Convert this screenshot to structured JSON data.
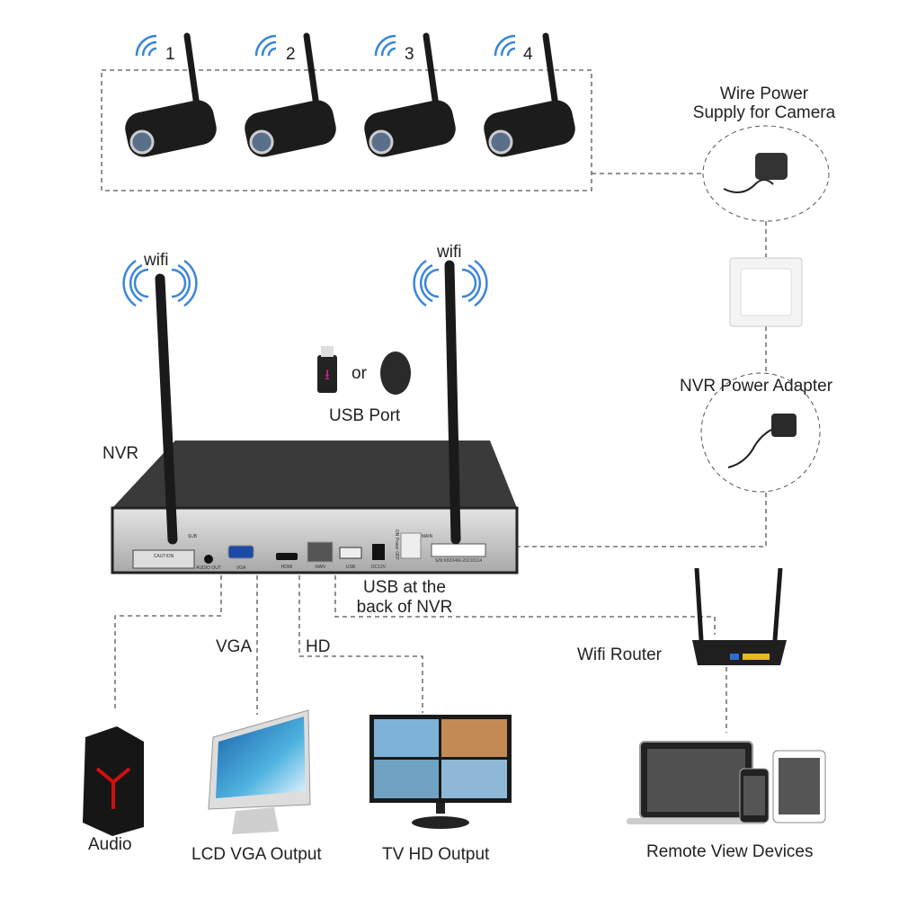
{
  "cameras": [
    {
      "number": "1"
    },
    {
      "number": "2"
    },
    {
      "number": "3"
    },
    {
      "number": "4"
    }
  ],
  "labels": {
    "wire_power": "Wire Power\nSupply for Camera",
    "wire_power_1": "Wire Power",
    "wire_power_2": "Supply for Camera",
    "wifi_left": "wifi",
    "wifi_right": "wifi",
    "or": "or",
    "usb_port": "USB Port",
    "nvr": "NVR",
    "nvr_power": "NVR Power Adapter",
    "usb_back_1": "USB at the",
    "usb_back_2": "back of NVR",
    "wifi_router": "Wifi Router",
    "vga": "VGA",
    "hd": "HD",
    "audio": "Audio",
    "lcd_vga": "LCD VGA Output",
    "tv_hd": "TV HD Output",
    "remote": "Remote View Devices"
  },
  "nvr_panel": {
    "caution": "CAUTION",
    "audio_out": "AUDIO OUT",
    "vga": "VGA",
    "hdmi": "HDMI",
    "wan": "WAN",
    "usb": "USB",
    "dc": "DC12V",
    "sub": "SUB",
    "main": "MAIN",
    "power": "ON Power OFF",
    "serial": "S/N:K8204W-20210114"
  },
  "colors": {
    "wifi_blue": "#3a86d8",
    "dash": "#555555",
    "nvr_dark": "#2a2a2a",
    "panel": "#c8c8c8",
    "tower_red": "#d01010"
  }
}
